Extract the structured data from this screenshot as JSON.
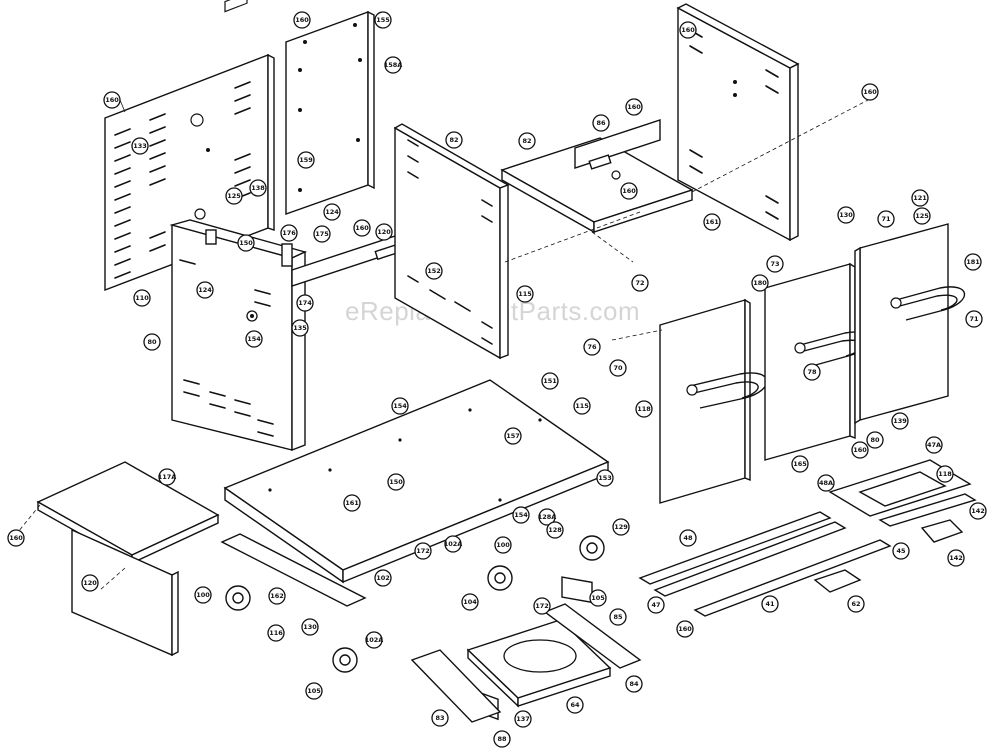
{
  "watermark": "eReplacementParts.com",
  "callouts": [
    {
      "id": "c01",
      "label": "160"
    },
    {
      "id": "c02",
      "label": "133"
    },
    {
      "id": "c03",
      "label": "125"
    },
    {
      "id": "c04",
      "label": "110"
    },
    {
      "id": "c05",
      "label": "124"
    },
    {
      "id": "c06",
      "label": "80"
    },
    {
      "id": "c07",
      "label": "160"
    },
    {
      "id": "c08",
      "label": "155"
    },
    {
      "id": "c09",
      "label": "159"
    },
    {
      "id": "c10",
      "label": "158A"
    },
    {
      "id": "c11",
      "label": "138"
    },
    {
      "id": "c12",
      "label": "124"
    },
    {
      "id": "c13",
      "label": "150"
    },
    {
      "id": "c14",
      "label": "176"
    },
    {
      "id": "c15",
      "label": "175"
    },
    {
      "id": "c16",
      "label": "174"
    },
    {
      "id": "c17",
      "label": "135"
    },
    {
      "id": "c18",
      "label": "160"
    },
    {
      "id": "c19",
      "label": "82"
    },
    {
      "id": "c20",
      "label": "154"
    },
    {
      "id": "c21",
      "label": "120"
    },
    {
      "id": "c22",
      "label": "152"
    },
    {
      "id": "c23",
      "label": "82"
    },
    {
      "id": "c24",
      "label": "86"
    },
    {
      "id": "c25",
      "label": "160"
    },
    {
      "id": "c26",
      "label": "160"
    },
    {
      "id": "c27",
      "label": "160"
    },
    {
      "id": "c28",
      "label": "160"
    },
    {
      "id": "c29",
      "label": "161"
    },
    {
      "id": "c30",
      "label": "115"
    },
    {
      "id": "c31",
      "label": "72"
    },
    {
      "id": "c32",
      "label": "121"
    },
    {
      "id": "c33",
      "label": "71"
    },
    {
      "id": "c34",
      "label": "130"
    },
    {
      "id": "c35",
      "label": "125"
    },
    {
      "id": "c36",
      "label": "73"
    },
    {
      "id": "c37",
      "label": "180"
    },
    {
      "id": "c38",
      "label": "181"
    },
    {
      "id": "c39",
      "label": "71"
    },
    {
      "id": "c40",
      "label": "76"
    },
    {
      "id": "c41",
      "label": "70"
    },
    {
      "id": "c42",
      "label": "78"
    },
    {
      "id": "c43",
      "label": "118"
    },
    {
      "id": "c44",
      "label": "139"
    },
    {
      "id": "c45",
      "label": "80"
    },
    {
      "id": "c46",
      "label": "151"
    },
    {
      "id": "c47",
      "label": "154"
    },
    {
      "id": "c48",
      "label": "115"
    },
    {
      "id": "c49",
      "label": "157"
    },
    {
      "id": "c50",
      "label": "160"
    },
    {
      "id": "c51",
      "label": "165"
    },
    {
      "id": "c52",
      "label": "161"
    },
    {
      "id": "c53",
      "label": "150"
    },
    {
      "id": "c54",
      "label": "153"
    },
    {
      "id": "c55",
      "label": "172"
    },
    {
      "id": "c56",
      "label": "154"
    },
    {
      "id": "c57",
      "label": "128A"
    },
    {
      "id": "c58",
      "label": "128"
    },
    {
      "id": "c59",
      "label": "129"
    },
    {
      "id": "c60",
      "label": "102A"
    },
    {
      "id": "c61",
      "label": "100"
    },
    {
      "id": "c62",
      "label": "160"
    },
    {
      "id": "c63",
      "label": "117A"
    },
    {
      "id": "c64",
      "label": "48A"
    },
    {
      "id": "c65",
      "label": "118"
    },
    {
      "id": "c66",
      "label": "47A"
    },
    {
      "id": "c67",
      "label": "142"
    },
    {
      "id": "c68",
      "label": "48"
    },
    {
      "id": "c69",
      "label": "142"
    },
    {
      "id": "c70",
      "label": "45"
    },
    {
      "id": "c71",
      "label": "47"
    },
    {
      "id": "c72",
      "label": "41"
    },
    {
      "id": "c73",
      "label": "62"
    },
    {
      "id": "c74",
      "label": "160"
    },
    {
      "id": "c75",
      "label": "120"
    },
    {
      "id": "c76",
      "label": "100"
    },
    {
      "id": "c77",
      "label": "162"
    },
    {
      "id": "c78",
      "label": "102"
    },
    {
      "id": "c79",
      "label": "116"
    },
    {
      "id": "c80",
      "label": "130"
    },
    {
      "id": "c81",
      "label": "104"
    },
    {
      "id": "c82",
      "label": "102A"
    },
    {
      "id": "c83",
      "label": "105"
    },
    {
      "id": "c84",
      "label": "172"
    },
    {
      "id": "c85",
      "label": "85"
    },
    {
      "id": "c86",
      "label": "84"
    },
    {
      "id": "c87",
      "label": "64"
    },
    {
      "id": "c88",
      "label": "83"
    },
    {
      "id": "c89",
      "label": "137"
    },
    {
      "id": "c90",
      "label": "88"
    },
    {
      "id": "c91",
      "label": "105"
    }
  ]
}
